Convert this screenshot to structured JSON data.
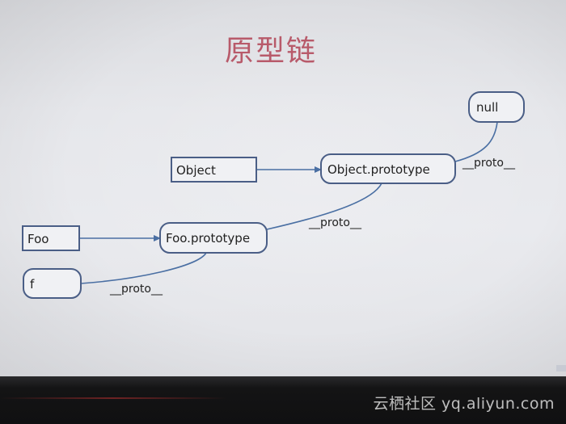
{
  "slide": {
    "title": "原型链"
  },
  "nodes": {
    "null_node": "null",
    "object": "Object",
    "object_prototype": "Object.prototype",
    "foo": "Foo",
    "foo_prototype": "Foo.prototype",
    "f": "f"
  },
  "edge_labels": {
    "object_proto_to_null": "__proto__",
    "foo_proto_to_object_proto": "__proto__",
    "f_to_foo_proto": "__proto__"
  },
  "watermark": {
    "text": "云栖社区 yq.aliyun.com"
  },
  "colors": {
    "title": "#b85a6a",
    "node_border": "#4a5e86",
    "edge": "#4a6fa3"
  }
}
